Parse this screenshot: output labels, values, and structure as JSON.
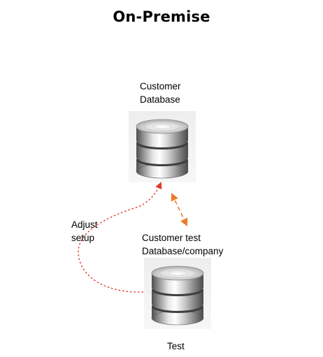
{
  "title": "On-Premise",
  "nodes": {
    "customer_database": {
      "label_lines": [
        "Customer",
        "Database"
      ],
      "icon": "database-icon"
    },
    "customer_test_database": {
      "label_lines": [
        "Customer test",
        "Database/company"
      ],
      "icon": "database-icon",
      "caption": "Test"
    }
  },
  "edges": {
    "adjust_setup": {
      "label_lines": [
        "Adjust",
        "setup"
      ]
    }
  },
  "colors": {
    "loop_arrow": "#e03a2a",
    "sync_arrow": "#ee7a2c",
    "cylinder_dark": "#505050",
    "cylinder_light": "#f2f2f2"
  }
}
